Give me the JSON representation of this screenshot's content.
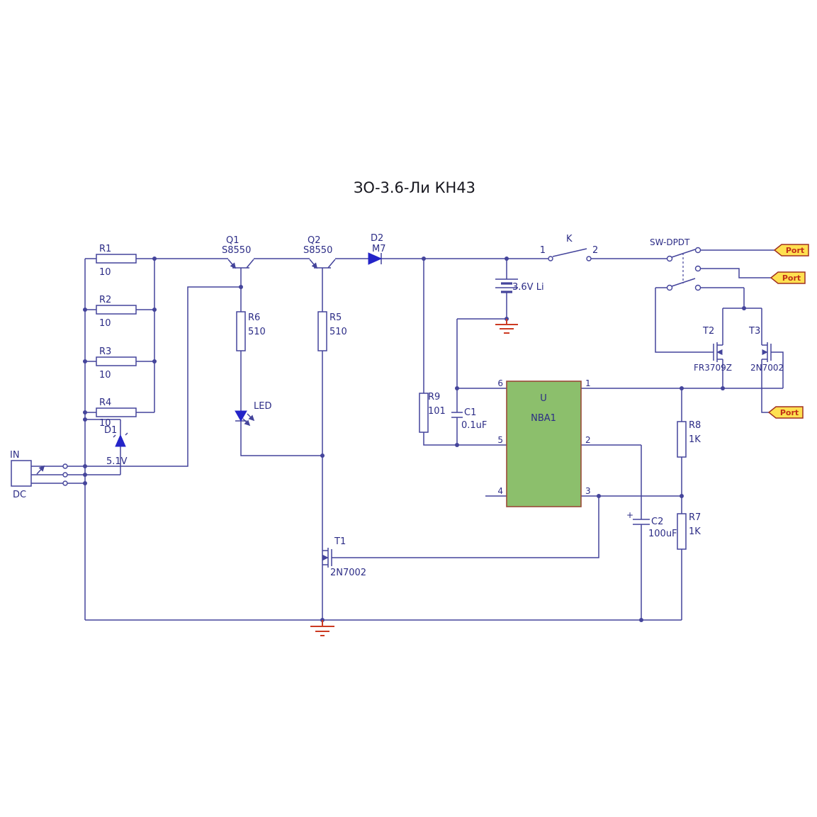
{
  "title": "ЗО-3.6-Ли КН43",
  "colors": {
    "wire": "#44449b",
    "label": "#2c2c86",
    "diode": "#2424c8",
    "ground": "#cc3a22",
    "icfill": "#8cbf6c",
    "icborder": "#9a4a38",
    "portfill": "#ffe050",
    "portborder": "#a03020",
    "porttext": "#c03018"
  },
  "comp": {
    "r1": {
      "ref": "R1",
      "val": "10"
    },
    "r2": {
      "ref": "R2",
      "val": "10"
    },
    "r3": {
      "ref": "R3",
      "val": "10"
    },
    "r4": {
      "ref": "R4",
      "val": "10"
    },
    "r5": {
      "ref": "R5",
      "val": "510"
    },
    "r6": {
      "ref": "R6",
      "val": "510"
    },
    "r7": {
      "ref": "R7",
      "val": "1K"
    },
    "r8": {
      "ref": "R8",
      "val": "1K"
    },
    "r9": {
      "ref": "R9",
      "val": "101"
    },
    "c1": {
      "ref": "C1",
      "val": "0.1uF"
    },
    "c2": {
      "ref": "C2",
      "val": "100uF",
      "plus": "+"
    },
    "q1": {
      "ref": "Q1",
      "val": "S8550"
    },
    "q2": {
      "ref": "Q2",
      "val": "S8550"
    },
    "t1": {
      "ref": "T1",
      "val": "2N7002"
    },
    "t2": {
      "ref": "T2",
      "val": "FR3709Z"
    },
    "t3": {
      "ref": "T3",
      "val": "2N7002"
    },
    "d1": {
      "ref": "D1",
      "val": "5.1V"
    },
    "d2": {
      "ref": "D2",
      "val": "M7"
    },
    "led": {
      "ref": "LED"
    },
    "bat": {
      "val": "3.6V Li"
    },
    "k": {
      "ref": "K",
      "p1": "1",
      "p2": "2"
    },
    "sw": {
      "ref": "SW-DPDT"
    },
    "u": {
      "ref": "U",
      "val": "NBA1",
      "p1": "1",
      "p2": "2",
      "p3": "3",
      "p4": "4",
      "p5": "5",
      "p6": "6"
    },
    "jack": {
      "l1": "IN",
      "l2": "DC"
    }
  },
  "ports": {
    "p1": "Port",
    "p2": "Port",
    "p3": "Port"
  }
}
